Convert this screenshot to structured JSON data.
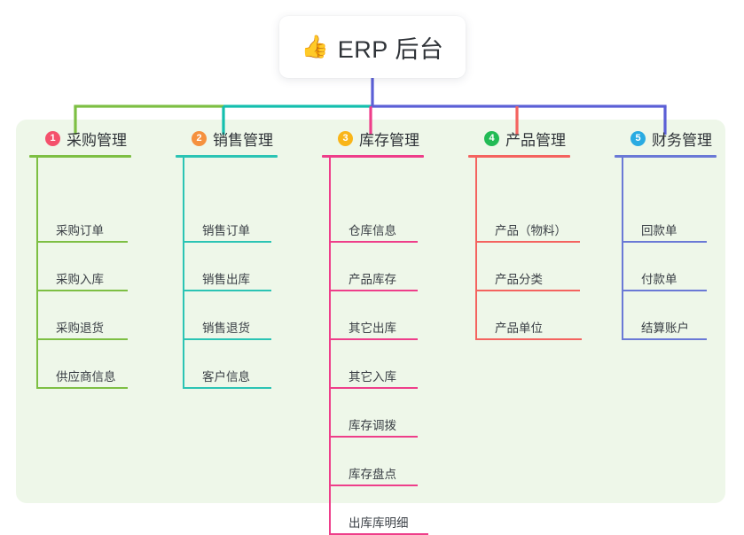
{
  "root": {
    "icon": "thumbs-up-icon",
    "icon_glyph": "👍",
    "title": "ERP 后台"
  },
  "palette": {
    "page_bg": "#ffffff",
    "panel_bg": "#eef7e9",
    "text": "#2f3338",
    "leaf_text": "#3a3f45",
    "root_stem": "#5b5fd6"
  },
  "connector": {
    "segments": [
      {
        "name": "green-span",
        "color": "#7dbf43"
      },
      {
        "name": "teal-span",
        "color": "#14bfae"
      },
      {
        "name": "purple-span",
        "color": "#5b5fd6"
      }
    ],
    "drops": [
      {
        "name": "drop-purchase",
        "color": "#7dbf43"
      },
      {
        "name": "drop-sales",
        "color": "#14bfae"
      },
      {
        "name": "drop-inventory",
        "color": "#ee3e8a"
      },
      {
        "name": "drop-product",
        "color": "#f4635f"
      },
      {
        "name": "drop-finance",
        "color": "#5b5fd6"
      }
    ]
  },
  "columns": [
    {
      "id": "purchase",
      "number": "1",
      "badge_color": "#f4516c",
      "line_color": "#7dbf43",
      "title": "采购管理",
      "items": [
        {
          "label": "采购订单"
        },
        {
          "label": "采购入库"
        },
        {
          "label": "采购退货"
        },
        {
          "label": "供应商信息"
        }
      ]
    },
    {
      "id": "sales",
      "number": "2",
      "badge_color": "#f5913e",
      "line_color": "#2bc4b4",
      "title": "销售管理",
      "items": [
        {
          "label": "销售订单"
        },
        {
          "label": "销售出库"
        },
        {
          "label": "销售退货"
        },
        {
          "label": "客户信息"
        }
      ]
    },
    {
      "id": "inventory",
      "number": "3",
      "badge_color": "#f9b518",
      "line_color": "#ee3e8a",
      "title": "库存管理",
      "items": [
        {
          "label": "仓库信息"
        },
        {
          "label": "产品库存"
        },
        {
          "label": "其它出库"
        },
        {
          "label": "其它入库"
        },
        {
          "label": "库存调拨"
        },
        {
          "label": "库存盘点"
        },
        {
          "label": "出库库明细"
        }
      ]
    },
    {
      "id": "product",
      "number": "4",
      "badge_color": "#22bb55",
      "line_color": "#f4635f",
      "title": "产品管理",
      "items": [
        {
          "label": "产品（物料）"
        },
        {
          "label": "产品分类"
        },
        {
          "label": "产品单位"
        }
      ]
    },
    {
      "id": "finance",
      "number": "5",
      "badge_color": "#29abe2",
      "line_color": "#6a79d6",
      "title": "财务管理",
      "items": [
        {
          "label": "回款单"
        },
        {
          "label": "付款单"
        },
        {
          "label": "结算账户"
        }
      ]
    }
  ]
}
